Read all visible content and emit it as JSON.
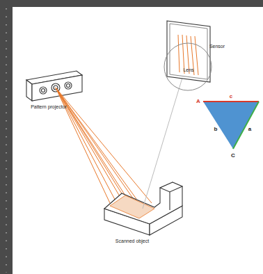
{
  "diagram": {
    "labels": [
      "Pattern projector",
      "Sensor",
      "Lens",
      "Scanned object",
      "A",
      "c",
      "b",
      "a",
      "C"
    ]
  }
}
